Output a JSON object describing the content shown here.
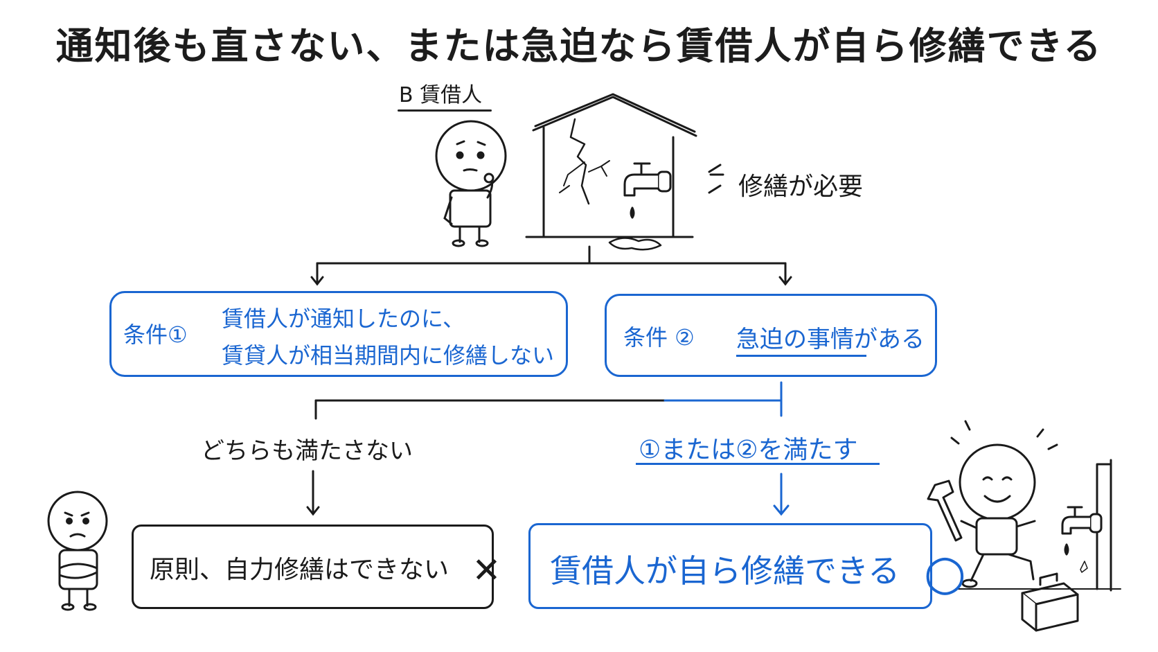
{
  "title": "通知後も直さない、または急迫なら賃借人が自ら修繕できる",
  "tenant_label": "B 賃借人",
  "repair_needed": "修繕が必要",
  "condition1": {
    "title": "条件①",
    "line1": "賃借人が通知したのに、",
    "line2": "賃貸人が相当期間内に修繕しない"
  },
  "condition2": {
    "title": "条件 ②",
    "text": "急迫の事情がある"
  },
  "branch_neither": "どちらも満たさない",
  "branch_either": "①または②を満たす",
  "result_no": {
    "text": "原則、自力修繕はできない",
    "mark": "✕"
  },
  "result_yes": {
    "text": "賃借人が自ら修繕できる",
    "mark": "○"
  },
  "colors": {
    "accent_blue": "#1a66d1",
    "ink": "#1a1a1a"
  },
  "icons": [
    "house-icon",
    "faucet-icon",
    "wrench-icon",
    "toolbox-icon",
    "thinking-person-icon",
    "worried-person-icon",
    "happy-person-icon"
  ]
}
